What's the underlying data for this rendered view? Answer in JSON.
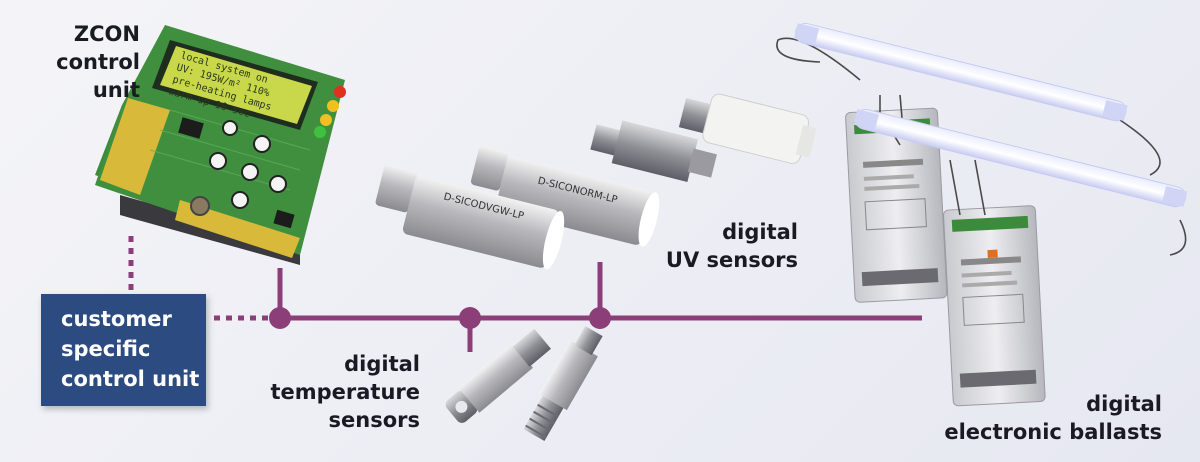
{
  "labels": {
    "zcon": [
      "ZCON",
      "control unit"
    ],
    "customer": [
      "customer",
      "specific",
      "control unit"
    ],
    "uv": [
      "digital",
      "UV sensors"
    ],
    "temp": [
      "digital",
      "temperature",
      "sensors"
    ],
    "ballasts": [
      "digital",
      "electronic ballasts"
    ]
  },
  "display_lines": [
    "local   system on",
    "UV: 195W/m² 110%",
    "pre-heating lamps",
    "warm up   16 sec"
  ],
  "sensor_labels": [
    "D-SICODVGW-LP",
    "D-SICONORM-LP"
  ],
  "colors": {
    "bus": "#8c3e78",
    "box": "#2c4b80",
    "pcb": "#3c8a3c"
  }
}
